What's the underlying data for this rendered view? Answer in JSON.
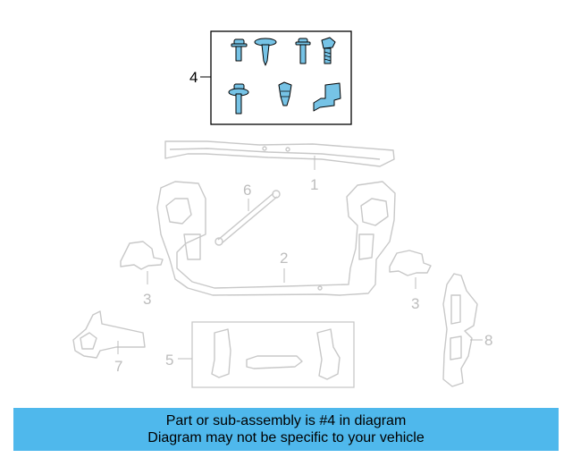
{
  "colors": {
    "highlight_part": "#76c3e6",
    "banner_background": "#4fb8ec",
    "other_parts": "#c8c8c8"
  },
  "diagram": {
    "callouts": [
      {
        "id": "4",
        "label": "4"
      },
      {
        "id": "6",
        "label": "6"
      },
      {
        "id": "1",
        "label": "1"
      },
      {
        "id": "2",
        "label": "2"
      },
      {
        "id": "3a",
        "label": "3"
      },
      {
        "id": "3b",
        "label": "3"
      },
      {
        "id": "5",
        "label": "5"
      },
      {
        "id": "7",
        "label": "7"
      },
      {
        "id": "8",
        "label": "8"
      }
    ]
  },
  "banner": {
    "line1": "Part or sub-assembly is #4 in diagram",
    "line2": "Diagram may not be specific to your vehicle"
  }
}
